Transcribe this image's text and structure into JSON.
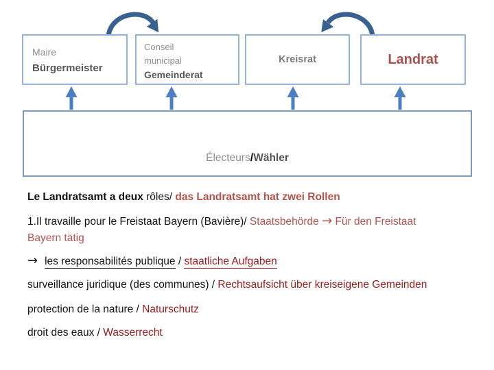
{
  "diagram": {
    "boxes": [
      {
        "lines": [
          "Maire",
          "Bürgermeister"
        ]
      },
      {
        "lines": [
          "Conseil",
          "municipal",
          "Gemeinderat"
        ]
      },
      {
        "lines": [
          "Kreisrat"
        ]
      },
      {
        "lines": [
          "Landrat"
        ]
      }
    ],
    "electors": {
      "fr": "Électeurs",
      "sep": "/",
      "de": "Wähler"
    },
    "icons": [
      "curved-arrow-right",
      "curved-arrow-left",
      "up-arrow",
      "up-arrow",
      "up-arrow",
      "up-arrow"
    ]
  },
  "body": {
    "lines": [
      {
        "segments": [
          "Le Landratsamt a deux ",
          "rôles/ ",
          "das Landratsamt hat zwei Rollen"
        ]
      },
      {
        "segments": [
          "1.Il travaille pour le Freistaat Bayern (Bavière)/ ",
          "Staatsbehörde ",
          "→",
          " Für den Freistaat"
        ]
      },
      {
        "segments": [
          "Bayern tätig"
        ]
      },
      {
        "segments": [
          "→",
          "les responsabilités publique",
          " / ",
          "staatliche Aufgaben"
        ]
      },
      {
        "segments": [
          "surveillance juridique  (des communes) / ",
          "Rechtsaufsicht über kreiseigene Gemeinden"
        ]
      },
      {
        "segments": [
          "protection de la nature / ",
          "Naturschutz"
        ]
      },
      {
        "segments": [
          "droit des eaux / ",
          "Wasserrecht"
        ]
      }
    ]
  },
  "colors": {
    "box_border": "#95b3d7",
    "big_box_border": "#7e9ab9",
    "straight_arrow_blue": "#4d7ec0",
    "curved_arrow_blue": "#38618f",
    "muted_red": "#b4534e",
    "dark_red": "#9b1b1b",
    "landrat_red": "#ad4f4c",
    "gray_text": "#8f8f8f",
    "dark_gray_text": "#585858"
  }
}
